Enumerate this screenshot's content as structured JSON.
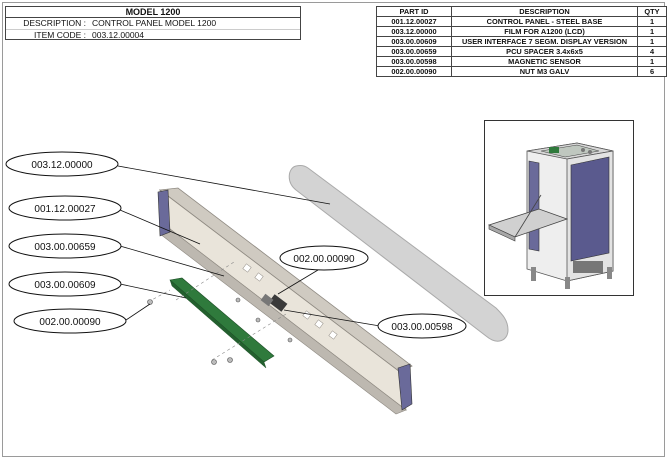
{
  "title_block": {
    "title": "MODEL 1200",
    "description_label": "DESCRIPTION :",
    "description_value": "CONTROL PANEL MODEL 1200",
    "item_code_label": "ITEM CODE :",
    "item_code_value": "003.12.00004"
  },
  "parts_list": {
    "headers": [
      "PART ID",
      "DESCRIPTION",
      "QTY"
    ],
    "rows": [
      {
        "id": "001.12.00027",
        "description": "CONTROL PANEL - STEEL BASE",
        "qty": "1"
      },
      {
        "id": "003.12.00000",
        "description": "FILM FOR A1200 (LCD)",
        "qty": "1"
      },
      {
        "id": "003.00.00609",
        "description": "USER INTERFACE 7 SEGM. DISPLAY VERSION",
        "qty": "1"
      },
      {
        "id": "003.00.00659",
        "description": "PCU SPACER 3.4x6x5",
        "qty": "4"
      },
      {
        "id": "003.00.00598",
        "description": "MAGNETIC SENSOR",
        "qty": "1"
      },
      {
        "id": "002.00.00090",
        "description": "NUT M3 GALV",
        "qty": "6"
      }
    ]
  },
  "callouts": {
    "film": "003.12.00000",
    "steel_base": "001.12.00027",
    "spacer": "003.00.00659",
    "interface": "003.00.00609",
    "nut_left": "002.00.00090",
    "nut_top": "002.00.00090",
    "sensor": "003.00.00598"
  },
  "colors": {
    "panel_face": "#e9e4da",
    "panel_edge": "#8f8a82",
    "end_cap": "#6a6a9a",
    "pcb": "#2f7a3c",
    "film": "#d3d3d3",
    "sensor": "#3a3a3a"
  }
}
